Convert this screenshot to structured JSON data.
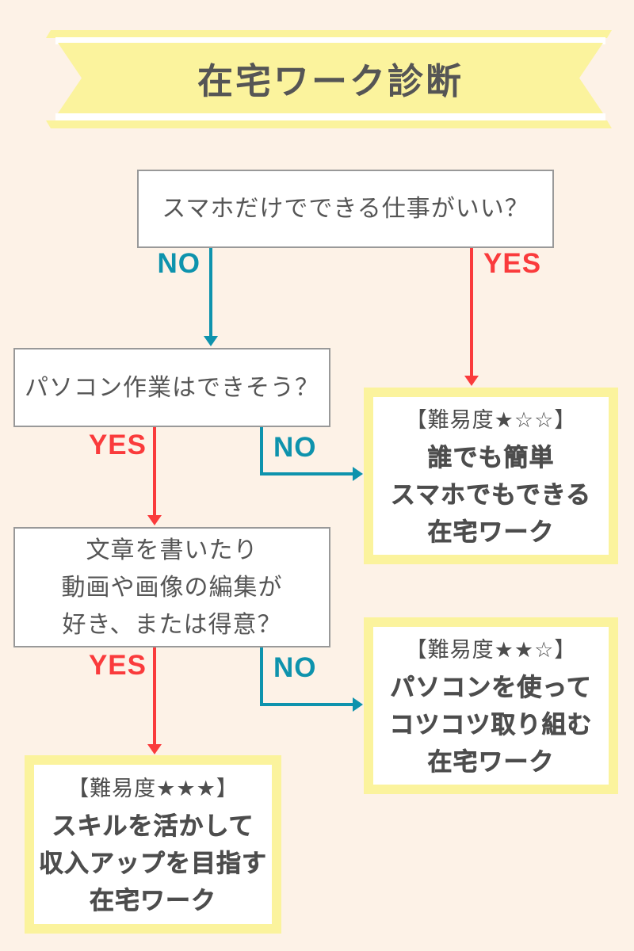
{
  "colors": {
    "background": "#fdf2e7",
    "ribbon_yellow": "#fbf39d",
    "teal_no": "#0e93ad",
    "red_yes": "#fa3b3c",
    "text_gray": "#555555",
    "result_text": "#4d4d4d",
    "box_border": "#999999",
    "box_fill": "#ffffff"
  },
  "banner": {
    "title": "在宅ワーク診断"
  },
  "questions": {
    "q1": {
      "text": "スマホだけでできる仕事がいい？",
      "no": "NO",
      "yes": "YES"
    },
    "q2": {
      "text": "パソコン作業はできそう？",
      "yes": "YES",
      "no": "NO"
    },
    "q3": {
      "line1": "文章を書いたり",
      "line2": "動画や画像の編集が",
      "line3": "好き、または得意？",
      "yes": "YES",
      "no": "NO"
    }
  },
  "results": {
    "r1": {
      "heading": "【難易度★☆☆】",
      "line1": "誰でも簡単",
      "line2": "スマホでもできる",
      "line3": "在宅ワーク"
    },
    "r2": {
      "heading": "【難易度★★☆】",
      "line1": "パソコンを使って",
      "line2": "コツコツ取り組む",
      "line3": "在宅ワーク"
    },
    "r3": {
      "heading": "【難易度★★★】",
      "line1": "スキルを活かして",
      "line2": "収入アップを目指す",
      "line3": "在宅ワーク"
    }
  }
}
